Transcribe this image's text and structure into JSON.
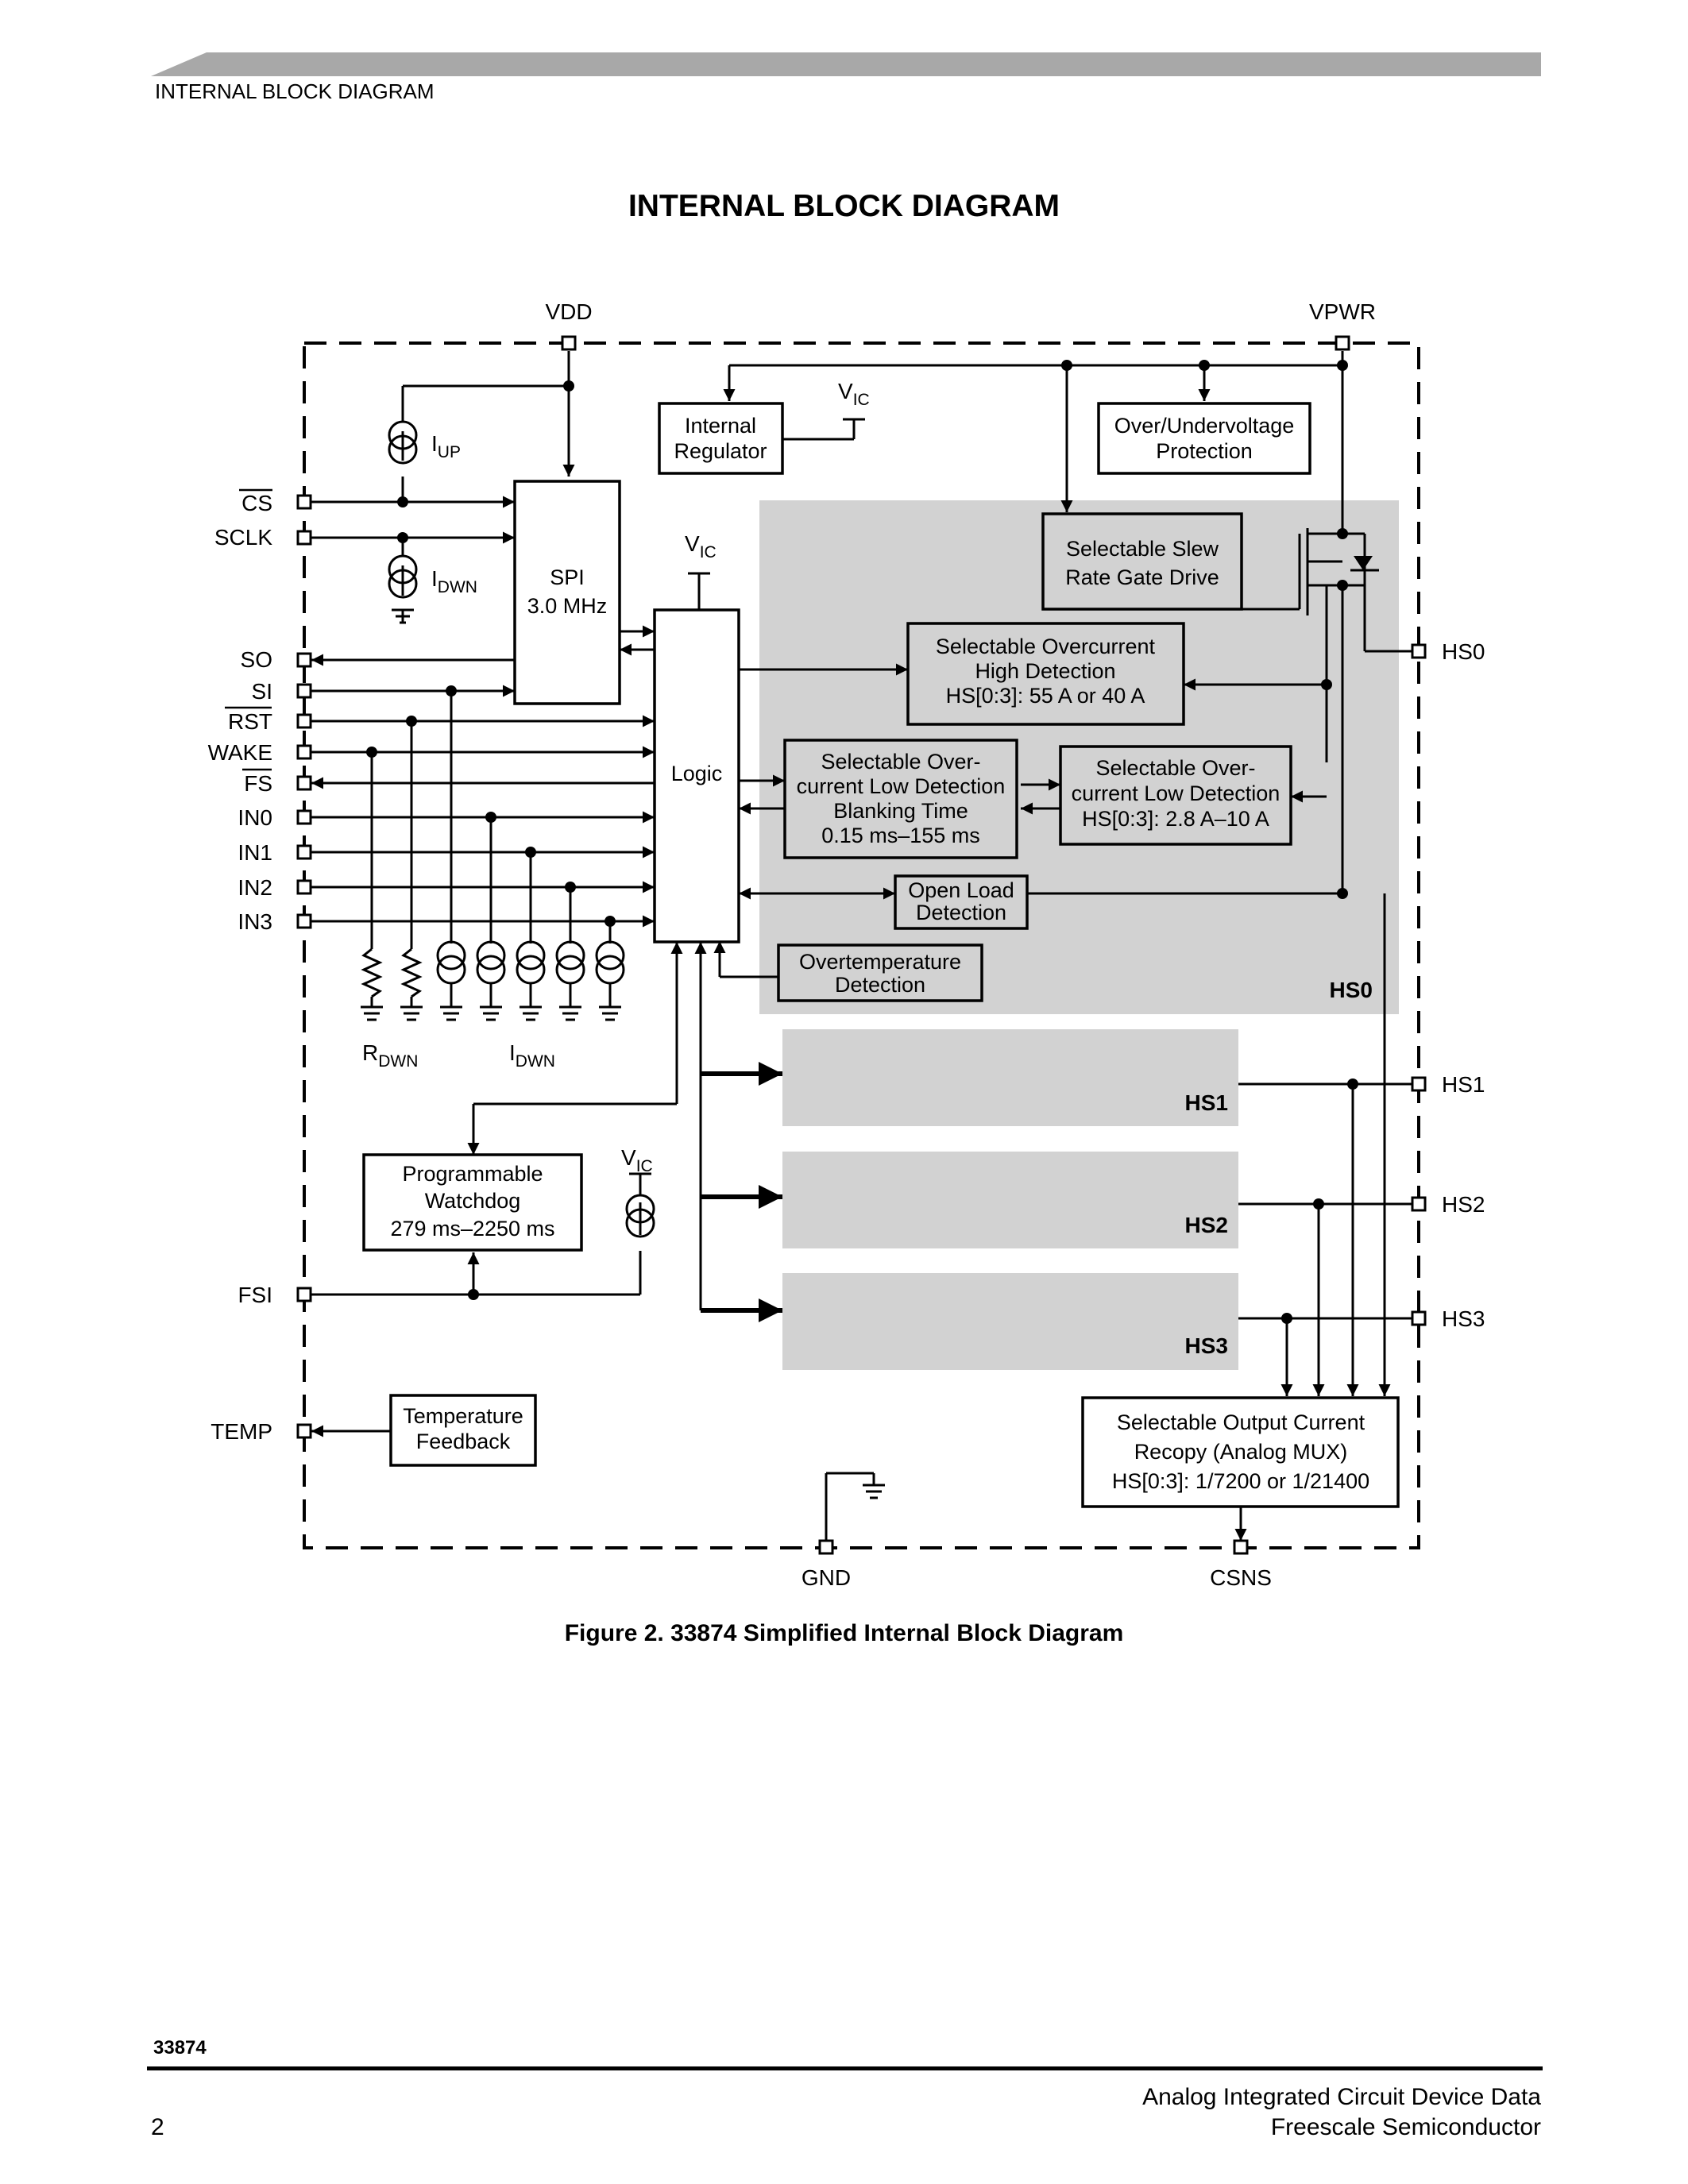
{
  "header": {
    "section": "INTERNAL BLOCK DIAGRAM"
  },
  "page_title": "INTERNAL BLOCK DIAGRAM",
  "pins": {
    "vdd": "VDD",
    "vpwr": "VPWR",
    "cs": "CS",
    "sclk": "SCLK",
    "so": "SO",
    "si": "SI",
    "rst": "RST",
    "wake": "WAKE",
    "fs": "FS",
    "in0": "IN0",
    "in1": "IN1",
    "in2": "IN2",
    "in3": "IN3",
    "fsi": "FSI",
    "temp": "TEMP",
    "gnd": "GND",
    "csns": "CSNS",
    "hs0": "HS0",
    "hs1": "HS1",
    "hs2": "HS2",
    "hs3": "HS3"
  },
  "labels": {
    "v": "V",
    "ic": "IC",
    "i": "I",
    "r": "R",
    "up": "UP",
    "dwn": "DWN"
  },
  "blocks": {
    "spi_l1": "SPI",
    "spi_l2": "3.0 MHz",
    "logic": "Logic",
    "reg_l1": "Internal",
    "reg_l2": "Regulator",
    "ouv_l1": "Over/Undervoltage",
    "ouv_l2": "Protection",
    "slew_l1": "Selectable Slew",
    "slew_l2": "Rate Gate Drive",
    "ochd_l1": "Selectable Overcurrent",
    "ochd_l2": "High Detection",
    "ochd_l3": "HS[0:3]: 55 A or 40 A",
    "olb_l1": "Selectable Over-",
    "olb_l2": "current Low Detection",
    "olb_l3": "Blanking Time",
    "olb_l4": "0.15 ms–155 ms",
    "old_l1": "Selectable Over-",
    "old_l2": "current Low Detection",
    "old_l3": "HS[0:3]: 2.8 A–10 A",
    "open_l1": "Open Load",
    "open_l2": "Detection",
    "ot_l1": "Overtemperature",
    "ot_l2": "Detection",
    "wd_l1": "Programmable",
    "wd_l2": "Watchdog",
    "wd_l3": "279 ms–2250 ms",
    "tf_l1": "Temperature",
    "tf_l2": "Feedback",
    "mux_l1": "Selectable Output Current",
    "mux_l2": "Recopy (Analog MUX)",
    "mux_l3": "HS[0:3]: 1/7200 or 1/21400",
    "hs0_tag": "HS0",
    "hs1_tag": "HS1",
    "hs2_tag": "HS2",
    "hs3_tag": "HS3"
  },
  "caption": "Figure 2. 33874 Simplified Internal Block Diagram",
  "footer": {
    "part_number": "33874",
    "page_number": "2",
    "line1": "Analog Integrated Circuit Device Data",
    "line2": "Freescale Semiconductor"
  }
}
